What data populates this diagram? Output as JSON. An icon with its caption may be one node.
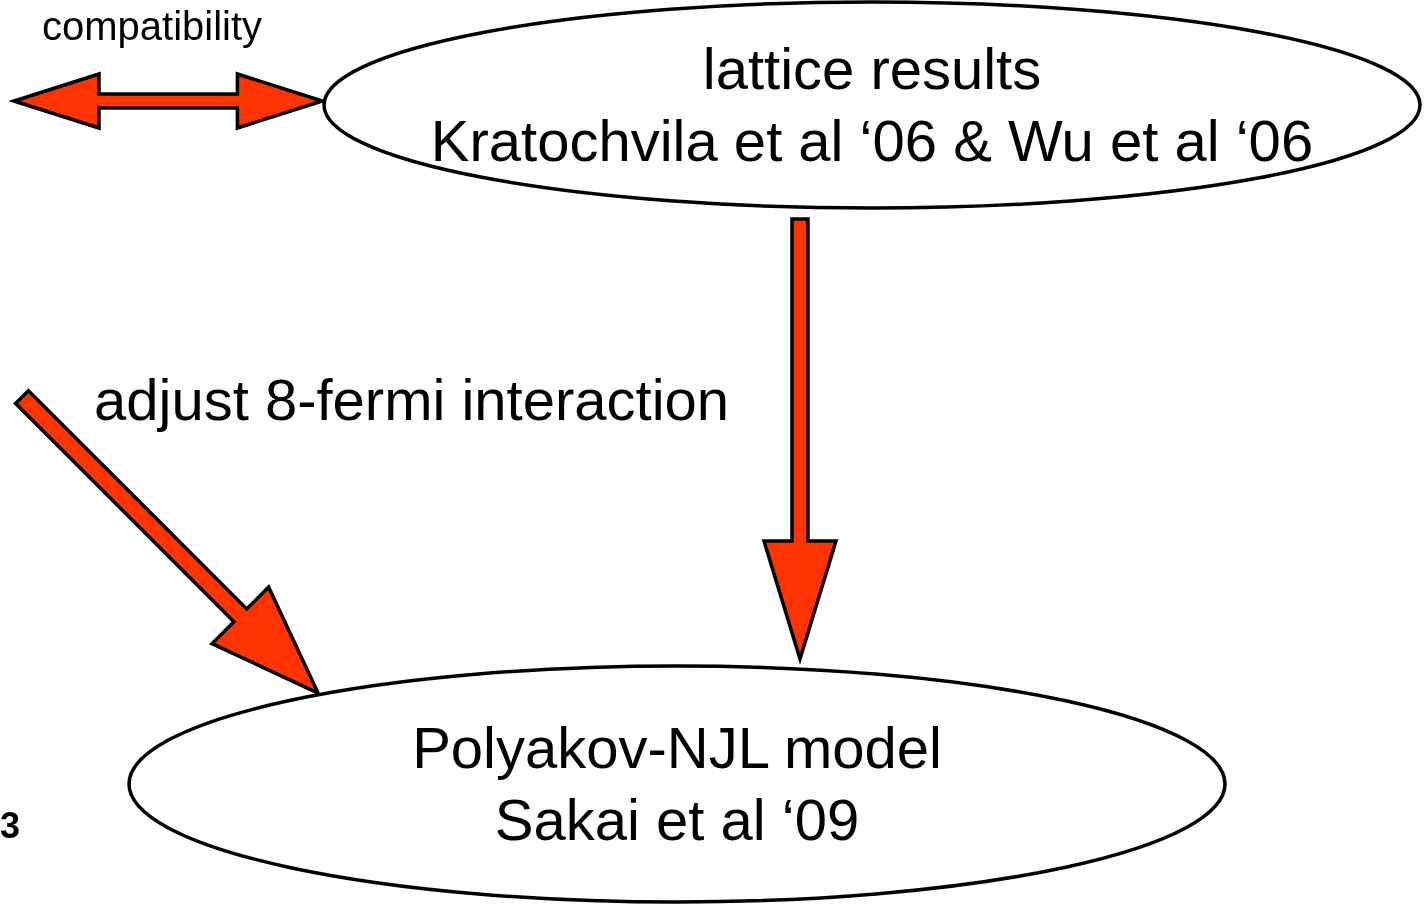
{
  "diagram": {
    "nodes": [
      {
        "text": [
          "lattice results",
          "Kratochvila et al ‘06 & Wu et al ‘06"
        ]
      },
      {
        "text": [
          "Polyakov-NJL model",
          "Sakai et al ‘09"
        ]
      }
    ],
    "edges": [
      {
        "from": null,
        "to": 0,
        "arrow": "both",
        "label": "compatibility"
      },
      {
        "from": 0,
        "to": 1,
        "arrow": "to"
      },
      {
        "from": null,
        "to": 1,
        "arrow": "to",
        "label": "adjust 8-fermi interaction"
      }
    ],
    "labels": [
      "3"
    ]
  }
}
